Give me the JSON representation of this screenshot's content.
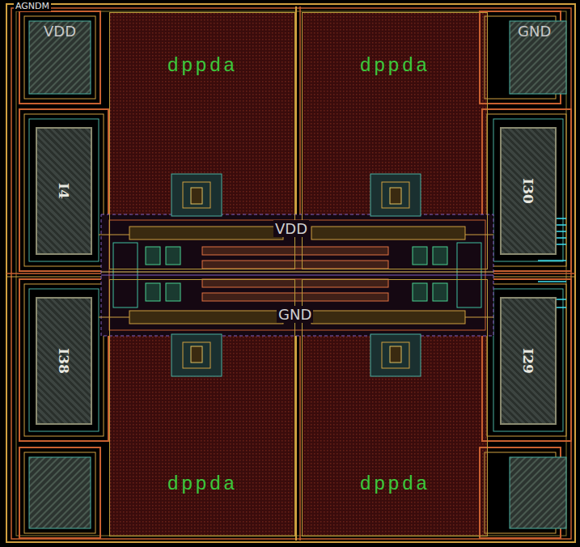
{
  "diagram": {
    "nodes": [
      {
        "text": [
          "dppda"
        ]
      },
      {
        "text": [
          "dppda"
        ]
      },
      {
        "text": [
          "dppda"
        ]
      },
      {
        "text": [
          "dppda"
        ]
      },
      {
        "text": [
          "I4"
        ]
      },
      {
        "text": [
          "I30"
        ]
      },
      {
        "text": [
          "I38"
        ]
      },
      {
        "text": [
          "I29"
        ]
      }
    ],
    "labels": [
      "AGNDM",
      "VDD",
      "GND",
      "VDD",
      "GND"
    ]
  }
}
